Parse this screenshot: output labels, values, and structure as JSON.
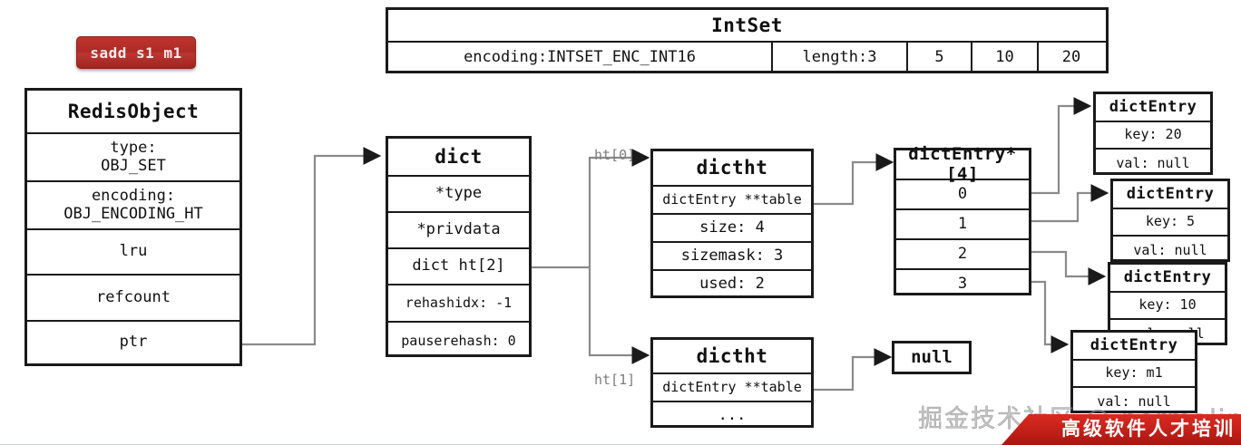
{
  "command_badge": {
    "label": "sadd s1 m1"
  },
  "intset": {
    "title": "IntSet",
    "fields": [
      {
        "label": "encoding:INTSET_ENC_INT16"
      },
      {
        "label": "length:3"
      },
      {
        "label": "5"
      },
      {
        "label": "10"
      },
      {
        "label": "20"
      }
    ]
  },
  "redis_object": {
    "title": "RedisObject",
    "rows": [
      {
        "label": "type:\nOBJ_SET"
      },
      {
        "label": "encoding:\nOBJ_ENCODING_HT"
      },
      {
        "label": "lru"
      },
      {
        "label": "refcount"
      },
      {
        "label": "ptr"
      }
    ]
  },
  "dict": {
    "title": "dict",
    "rows": [
      {
        "label": "*type"
      },
      {
        "label": "*privdata"
      },
      {
        "label": "dict ht[2]"
      },
      {
        "label": "rehashidx: -1"
      },
      {
        "label": "pauserehash: 0"
      }
    ]
  },
  "dictht0": {
    "title": "dictht",
    "connector_label": "ht[0]",
    "rows": [
      {
        "label": "dictEntry **table"
      },
      {
        "label": "size: 4"
      },
      {
        "label": "sizemask: 3"
      },
      {
        "label": "used: 2"
      }
    ]
  },
  "dictht1": {
    "title": "dictht",
    "connector_label": "ht[1]",
    "rows": [
      {
        "label": "dictEntry **table"
      },
      {
        "label": "..."
      }
    ]
  },
  "null_box": {
    "label": "null"
  },
  "bucket_array": {
    "title": "dictEntry*[4]",
    "rows": [
      {
        "label": "0"
      },
      {
        "label": "1"
      },
      {
        "label": "2"
      },
      {
        "label": "3"
      }
    ]
  },
  "dict_entries": [
    {
      "title": "dictEntry",
      "key": "key: 20",
      "val": "val: null"
    },
    {
      "title": "dictEntry",
      "key": "key: 5",
      "val": "val: null"
    },
    {
      "title": "dictEntry",
      "key": "key: 10",
      "val": "val: null"
    },
    {
      "title": "dictEntry",
      "key": "key: m1",
      "val": "val: null"
    }
  ],
  "watermark": {
    "text": "掘金技术社区 @ normaling"
  },
  "ribbon": {
    "text": "高级软件人才培训"
  },
  "colors": {
    "badge_red": "#b52f29",
    "ribbon_red": "#c01f18",
    "stroke": "#1a1a1a",
    "wire": "#8a8a8a",
    "label_gray": "#7d7d7d"
  }
}
